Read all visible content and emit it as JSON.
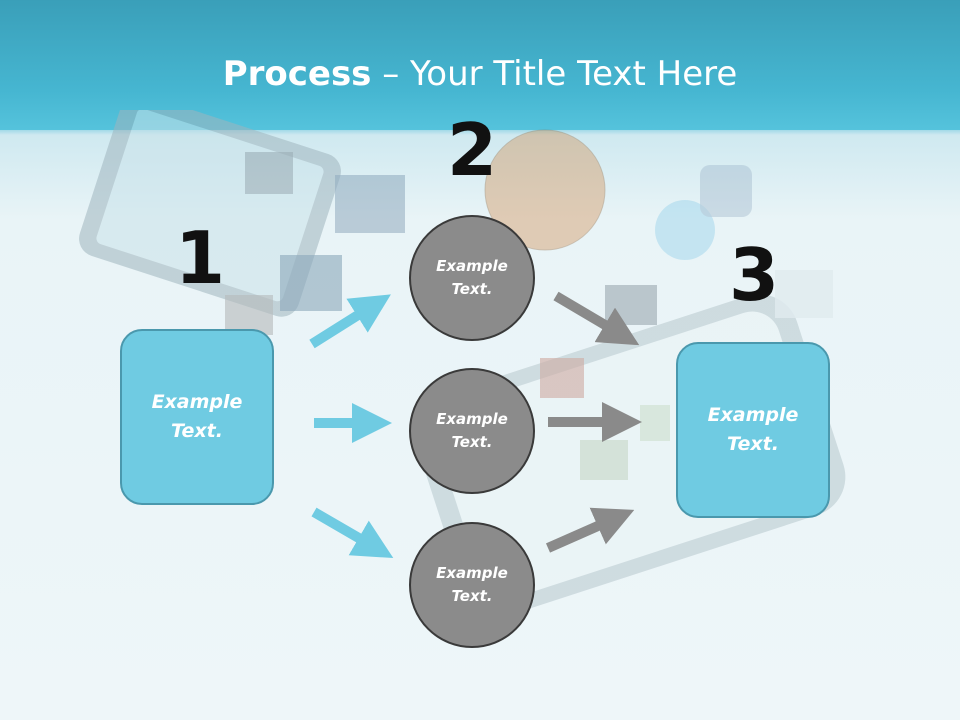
{
  "title": {
    "bold": "Process",
    "rest": " – Your Title Text Here"
  },
  "steps": [
    {
      "number": "1",
      "box_text": "Example\nText."
    },
    {
      "number": "2",
      "circles": [
        "Example\nText.",
        "Example\nText.",
        "Example\nText."
      ]
    },
    {
      "number": "3",
      "box_text": "Example\nText."
    }
  ],
  "colors": {
    "header": "#46b6d1",
    "box_fill": "#6fcbe2",
    "box_border": "#4a98ad",
    "circle_fill": "#8b8b8b",
    "circle_border": "#3a3a3a",
    "arrow_blue": "#6fcbe2",
    "arrow_gray": "#8a8a8a"
  }
}
